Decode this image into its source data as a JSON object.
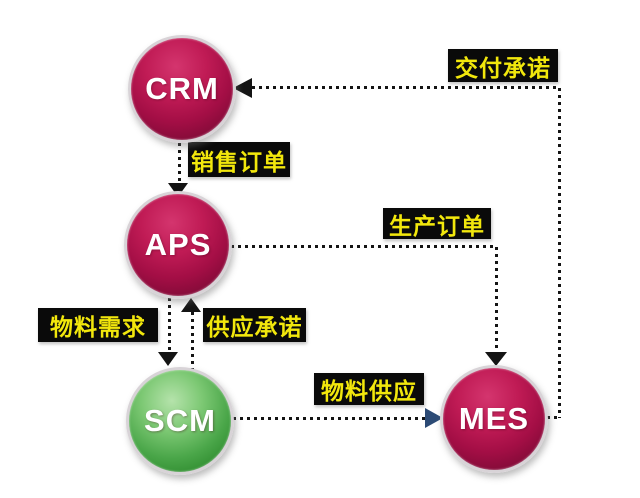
{
  "nodes": [
    {
      "id": "crm",
      "label": "CRM",
      "shape": "sphere",
      "theme": "crimson"
    },
    {
      "id": "aps",
      "label": "APS",
      "shape": "sphere",
      "theme": "crimson"
    },
    {
      "id": "scm",
      "label": "SCM",
      "shape": "sphere",
      "theme": "green"
    },
    {
      "id": "mes",
      "label": "MES",
      "shape": "sphere",
      "theme": "crimson"
    }
  ],
  "edges": [
    {
      "from": "CRM",
      "to": "APS",
      "label": "销售订单",
      "style": "dotted"
    },
    {
      "from": "MES",
      "to": "CRM",
      "label": "交付承诺",
      "style": "dotted"
    },
    {
      "from": "APS",
      "to": "MES",
      "label": "生产订单",
      "style": "dotted"
    },
    {
      "from": "APS",
      "to": "SCM",
      "label": "物料需求",
      "style": "dotted"
    },
    {
      "from": "SCM",
      "to": "APS",
      "label": "供应承诺",
      "style": "dotted"
    },
    {
      "from": "SCM",
      "to": "MES",
      "label": "物料供应",
      "style": "dotted"
    }
  ],
  "colors": {
    "background": "#ffffff",
    "node_crimson_light": "#d4356e",
    "node_crimson_dark": "#690830",
    "node_green_light": "#b5e3ab",
    "node_green_dark": "#247424",
    "node_ring": "#d8d3d7",
    "node_text": "#ffffff",
    "label_background": "#0a0a0a",
    "label_text": "#f2e70c",
    "line": "#141414",
    "arrow_navy": "#2b4a75"
  }
}
